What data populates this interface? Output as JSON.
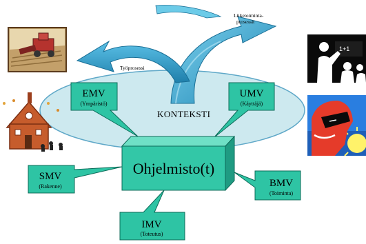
{
  "diagram": {
    "context_label": "KONTEKSTI",
    "core_label": "Ohjelmisto(t)",
    "process_labels": {
      "work_process": "Työprosessi",
      "business_process_line1": "Liiketoiminta-",
      "business_process_line2": "prosessit"
    },
    "callouts": {
      "emv": {
        "title": "EMV",
        "subtitle": "(Ympäristö)"
      },
      "umv": {
        "title": "UMV",
        "subtitle": "(Käyttäjä)"
      },
      "smv": {
        "title": "SMV",
        "subtitle": "(Rakenne)"
      },
      "bmv": {
        "title": "BMV",
        "subtitle": "(Toiminta)"
      },
      "imv": {
        "title": "IMV",
        "subtitle": "(Toteutus)"
      }
    },
    "colors": {
      "ellipse_fill": "#cde9ef",
      "ellipse_stroke": "#5fa8c8",
      "callout_fill": "#2ec4a4",
      "cube_front": "#33c7a7",
      "cube_top": "#6fe0c6",
      "cube_side": "#1f9b82",
      "arrow_fill": "#2aa3cf",
      "arrow_dark": "#1d7fa8"
    },
    "icons": [
      "harvester-icon",
      "school-house-icon",
      "teacher-icon",
      "sunglasses-face-icon"
    ]
  }
}
